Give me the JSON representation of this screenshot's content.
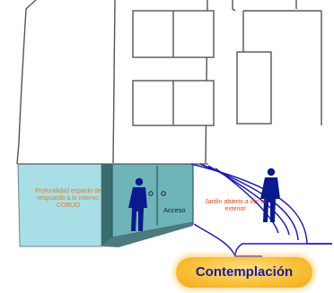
{
  "labels": {
    "depth": "Profundidad espacio de resguardo a lo interno: COBIJO",
    "access": "Acceso",
    "garden": "Jardín abierto a ver el exterior"
  },
  "badge": {
    "text": "Contemplación"
  },
  "colors": {
    "line": "#555555",
    "glass": "#a8dfe6",
    "door_glass": "#6eb4b8",
    "path": "#1f1bb0",
    "figure": "#0a1a8c",
    "badge": "#f9c13a",
    "badge_text": "#1b1b9a",
    "depth_label": "#e07a2c",
    "garden_label": "#e0451e"
  },
  "icons": [
    "person-silhouette-icon",
    "door-handle-icon"
  ]
}
